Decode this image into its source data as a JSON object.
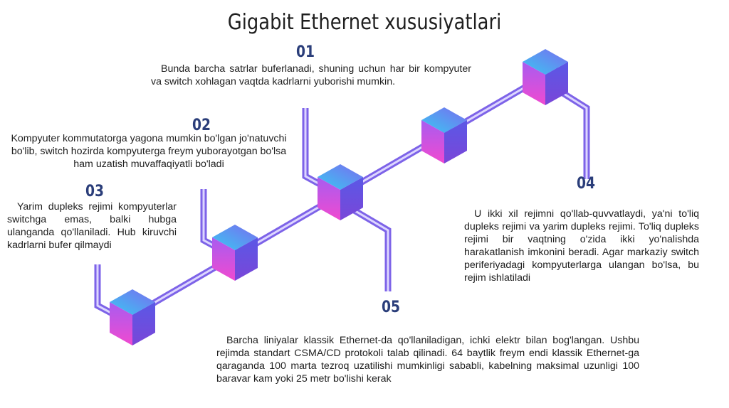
{
  "title": "Gigabit Ethernet xususiyatlari",
  "steps": [
    {
      "number": "01",
      "text": "Bunda barcha satrlar buferlanadi, shuning uchun har bir kompyuter va switch xohlagan vaqtda kadrlarni yuborishi mumkin."
    },
    {
      "number": "02",
      "text": "Kompyuter kommutatorga yagona mumkin bo'lgan jo'natuvchi bo'lib, switch hozirda kompyuterga freym yuborayotgan bo'lsa ham uzatish muvaffaqiyatli bo'ladi"
    },
    {
      "number": "03",
      "text": "Yarim dupleks rejimi kompyuterlar switchga emas, balki hubga ulanganda qo'llaniladi. Hub kiruvchi kadrlarni bufer qilmaydi"
    },
    {
      "number": "04",
      "text": "U ikki xil rejimni qo'llab-quvvatlaydi, ya'ni to'liq dupleks rejimi va yarim dupleks rejimi. To'liq dupleks rejimi bir vaqtning o'zida ikki yo'nalishda harakatlanish imkonini beradi. Agar markaziy switch periferiyadagi kompyuterlarga ulangan bo'lsa, bu rejim ishlatiladi"
    },
    {
      "number": "05",
      "text": "Barcha liniyalar klassik Ethernet-da qo'llaniladigan, ichki elektr bilan bog'langan. Ushbu rejimda standart CSMA/CD protokoli talab qilinadi. 64 baytlik freym endi klassik Ethernet-ga qaraganda 100 marta tezroq uzatilishi mumkinligi sababli, kabelning maksimal uzunligi 100 baravar kam yoki 25 metr bo'lishi kerak"
    }
  ],
  "colors": {
    "number": "#2b3e7a",
    "line_outer": "#7d63e8",
    "line_inner": "#d6d0ff",
    "cube_top_front": "#38c6f0",
    "cube_top_back": "#6b6ff0",
    "cube_left": "#e048d8",
    "cube_right": "#6a4fe0"
  }
}
